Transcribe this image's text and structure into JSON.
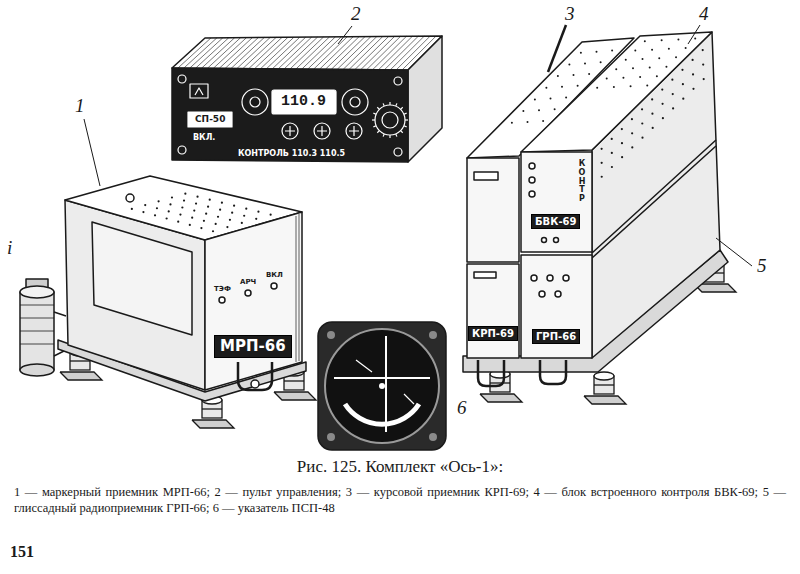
{
  "diagram": {
    "title": "Рис. 125. Комплект «Ось-1»:",
    "caption": "1 — маркерный приемник МРП-66; 2 — пульт управления; 3 — курсовой приемник КРП-69; 4 — блок встроенного контроля БВК-69; 5 — глиссадный радиоприемник ГРП-66; 6 — указатель ПСП-48",
    "nodes": [
      {
        "text": [
          "МРП-66"
        ]
      },
      {
        "text": [
          "БВК-69"
        ]
      },
      {
        "text": [
          "КРП-69"
        ]
      },
      {
        "text": [
          "ГРП-66"
        ]
      }
    ],
    "labels": [
      "1",
      "i",
      "2",
      "110.9",
      "СП-50",
      "ВКЛ.",
      "КОНТРОЛЬ 110.3 110.5",
      "ТЭФ",
      "АРЧ",
      "ВКЛ",
      "3",
      "4",
      "КОНТР",
      "5",
      "6",
      "151"
    ]
  }
}
